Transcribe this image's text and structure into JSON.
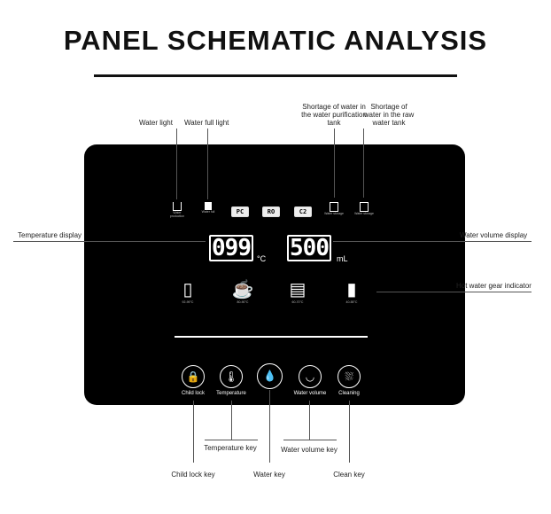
{
  "title": "PANEL SCHEMATIC ANALYSIS",
  "callouts": {
    "water_light": "Water light",
    "water_full_light": "Water full light",
    "shortage_purification": "Shortage of water in the water purification tank",
    "shortage_raw": "Shortage of water in the raw water tank",
    "temperature_display": "Temperature display",
    "water_volume_display": "Water volume display",
    "hot_water_gear": "Hot water gear indicator",
    "temperature_key": "Temperature key",
    "water_volume_key": "Water volume key",
    "child_lock_key": "Child lock key",
    "water_key": "Water key",
    "clean_key": "Clean key"
  },
  "panel": {
    "indicators": [
      {
        "label": "Water production",
        "icon": "cup-icon"
      },
      {
        "label": "Water full",
        "icon": "full-cup-icon"
      },
      {
        "label": "PC",
        "icon": "pc-badge"
      },
      {
        "label": "RO",
        "icon": "ro-badge"
      },
      {
        "label": "C2",
        "icon": "c2-badge"
      },
      {
        "label": "Water storage",
        "icon": "tank-icon"
      },
      {
        "label": "Water storage",
        "icon": "tank-icon"
      }
    ],
    "temperature": "099",
    "temperature_unit": "°C",
    "volume": "500",
    "volume_unit": "mL",
    "gears": [
      {
        "label": "92-99°C",
        "icon": "hot-cup-icon"
      },
      {
        "label": "80-90°C",
        "icon": "mug-icon"
      },
      {
        "label": "60-70°C",
        "icon": "food-jar-icon"
      },
      {
        "label": "40-55°C",
        "icon": "baby-bottle-icon"
      }
    ],
    "buttons": [
      {
        "label": "Child lock",
        "glyph": "🔒"
      },
      {
        "label": "Temperature",
        "glyph": "🌡"
      },
      {
        "label": "",
        "glyph": "💧"
      },
      {
        "label": "Water volume",
        "glyph": "◡"
      },
      {
        "label": "Cleaning",
        "glyph": "⛆"
      }
    ]
  }
}
